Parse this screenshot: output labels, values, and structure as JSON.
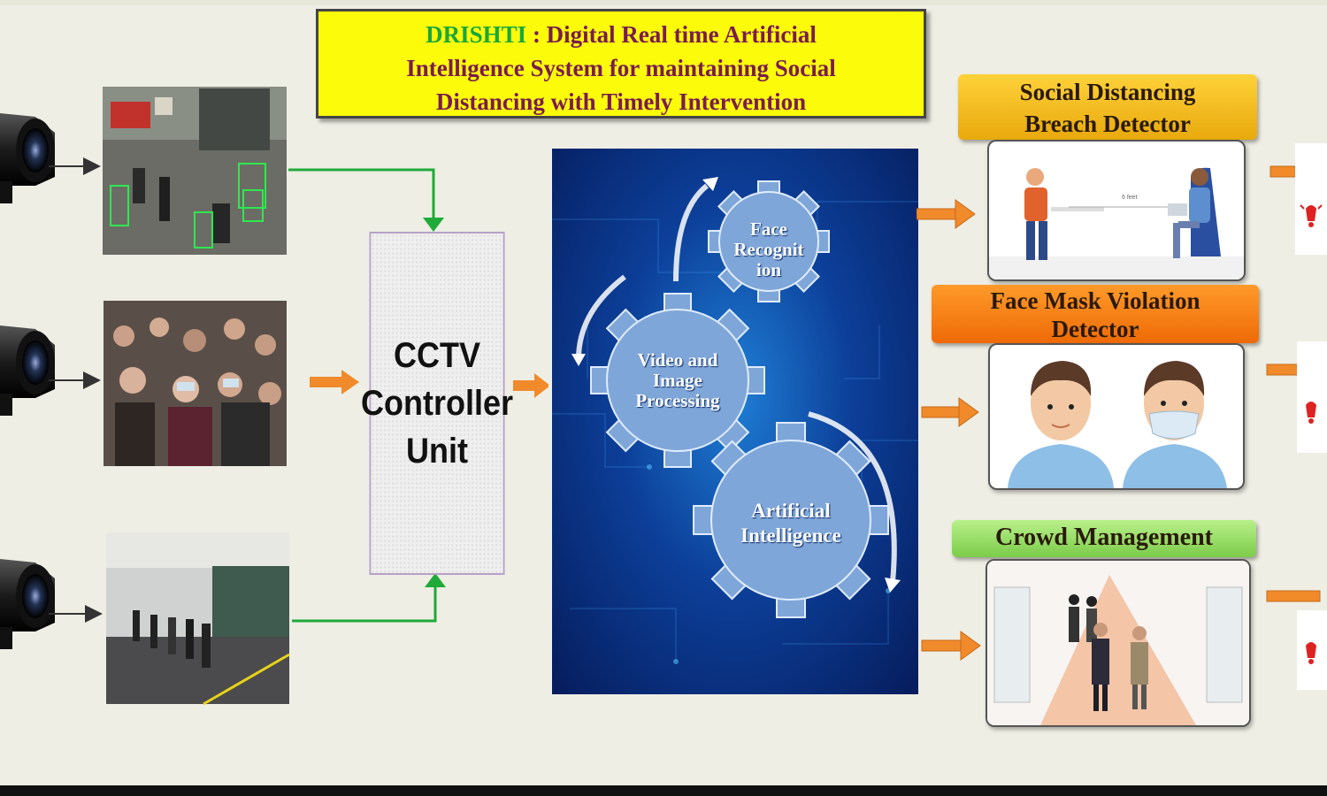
{
  "title": {
    "acronym": "DRISHTI",
    "rest_line1": " : Digital Real time Artificial",
    "line2": "Intelligence System for maintaining Social",
    "line3": "Distancing with Timely Intervention"
  },
  "controller": {
    "line1": "CCTV",
    "line2": "Controller",
    "line3": "Unit"
  },
  "gears": {
    "face_line1": "Face",
    "face_line2": "Recognit",
    "face_line3": "ion",
    "video_line1": "Video and",
    "video_line2": "Image",
    "video_line3": "Processing",
    "ai_line1": "Artificial",
    "ai_line2": "Intelligence"
  },
  "detectors": {
    "social_line1": "Social Distancing",
    "social_line2": "Breach Detector",
    "mask_line1": "Face Mask Violation",
    "mask_line2": "Detector",
    "crowd": "Crowd Management",
    "social_distance_label": "6 feet"
  },
  "colors": {
    "title_bg": "#fbfb0a",
    "acronym": "#1aa83a",
    "flow_green": "#1faa3a",
    "flow_orange": "#f08a2a",
    "social_label": "#f6c21a",
    "mask_label": "#f2760f",
    "crowd_label": "#9ee06a"
  },
  "icons": [
    "cctv-camera-icon",
    "gear-icon",
    "alarm-icon",
    "person-icon"
  ]
}
